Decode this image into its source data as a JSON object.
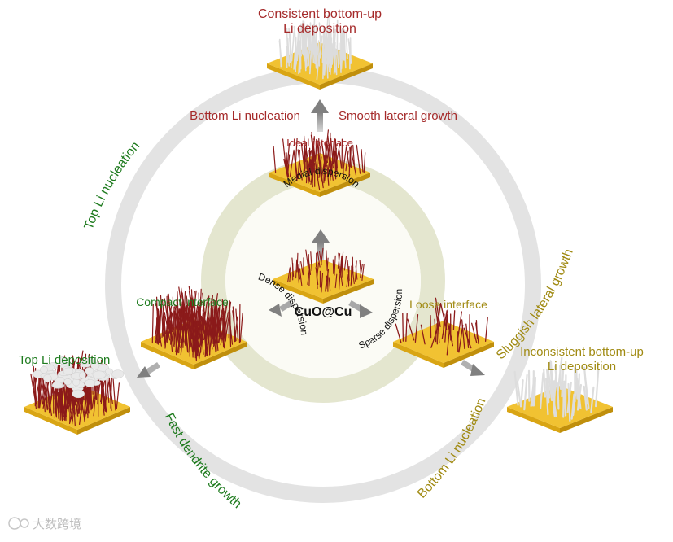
{
  "title": "CuO@Cu",
  "inner_labels": {
    "medial": "Medial dispersion",
    "dense": "Dense dispersion",
    "sparse": "Sparse dispersion"
  },
  "ideal": {
    "interface": "Ideal interface",
    "nucleation": "Bottom Li nucleation",
    "growth": "Smooth lateral growth",
    "result_line1": "Consistent bottom-up",
    "result_line2": "Li deposition"
  },
  "compact": {
    "interface": "Compact interface",
    "nucleation": "Top Li nucleation",
    "growth": "Fast dendrite growth",
    "result": "Top Li deposition"
  },
  "loose": {
    "interface": "Loose interface",
    "growth": "Sluggish lateral growth",
    "nucleation": "Bottom Li nucleation",
    "result_line1": "Inconsistent bottom-up",
    "result_line2": "Li deposition"
  },
  "watermark": "大数跨境",
  "colors": {
    "red": "#a52a2a",
    "green": "#1e7b1e",
    "olive": "#a08a12",
    "outer_ring": "#e3e3e3",
    "inner_ring": "#e4e6cf",
    "gold": "#f1c232",
    "wire": "#8b1a1a",
    "lithium": "#e9e9e9",
    "arrow": "#8c8c8c"
  }
}
